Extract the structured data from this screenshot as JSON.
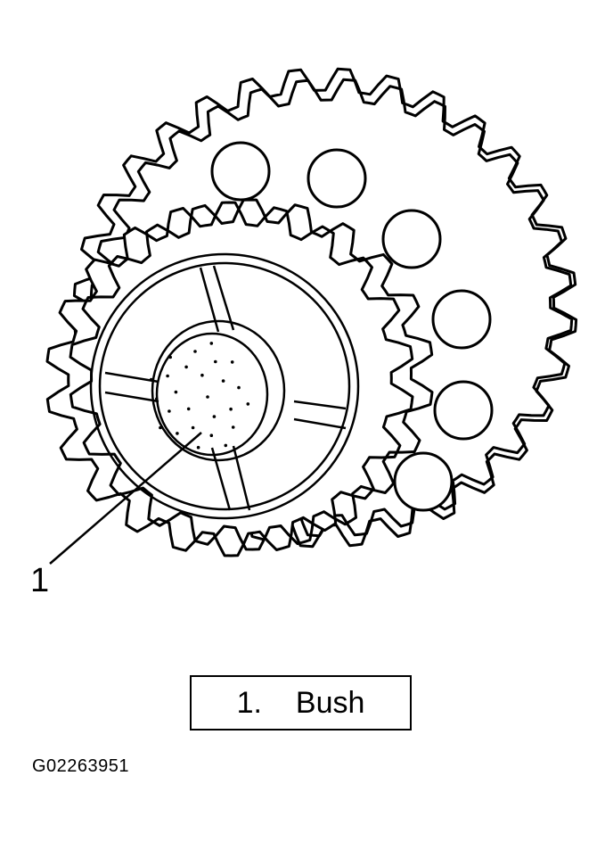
{
  "diagram": {
    "callouts": [
      {
        "number": "1",
        "label": "Bush"
      }
    ],
    "legend": {
      "number": "1.",
      "label": "Bush"
    },
    "figure_id": "G02263951",
    "colors": {
      "line": "#000000",
      "background": "#ffffff"
    }
  }
}
